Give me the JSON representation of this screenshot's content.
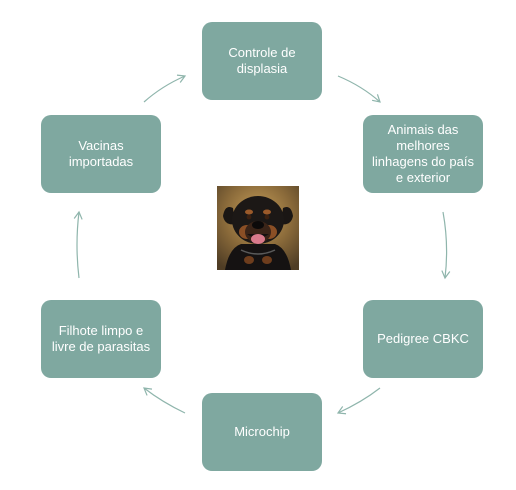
{
  "cycle": {
    "nodes": [
      {
        "id": "top",
        "label": "Controle de displasia"
      },
      {
        "id": "right-top",
        "label": "Animais das melhores linhagens do país e exterior"
      },
      {
        "id": "right-bottom",
        "label": "Pedigree CBKC"
      },
      {
        "id": "bottom",
        "label": "Microchip"
      },
      {
        "id": "left-bottom",
        "label": "Filhote limpo e livre de parasitas"
      },
      {
        "id": "left-top",
        "label": "Vacinas importadas"
      }
    ],
    "center_image": "rottweiler-dog-photo",
    "colors": {
      "node_fill": "#7fa8a0",
      "node_text": "#ffffff",
      "arrow": "#8fb5ac"
    }
  }
}
